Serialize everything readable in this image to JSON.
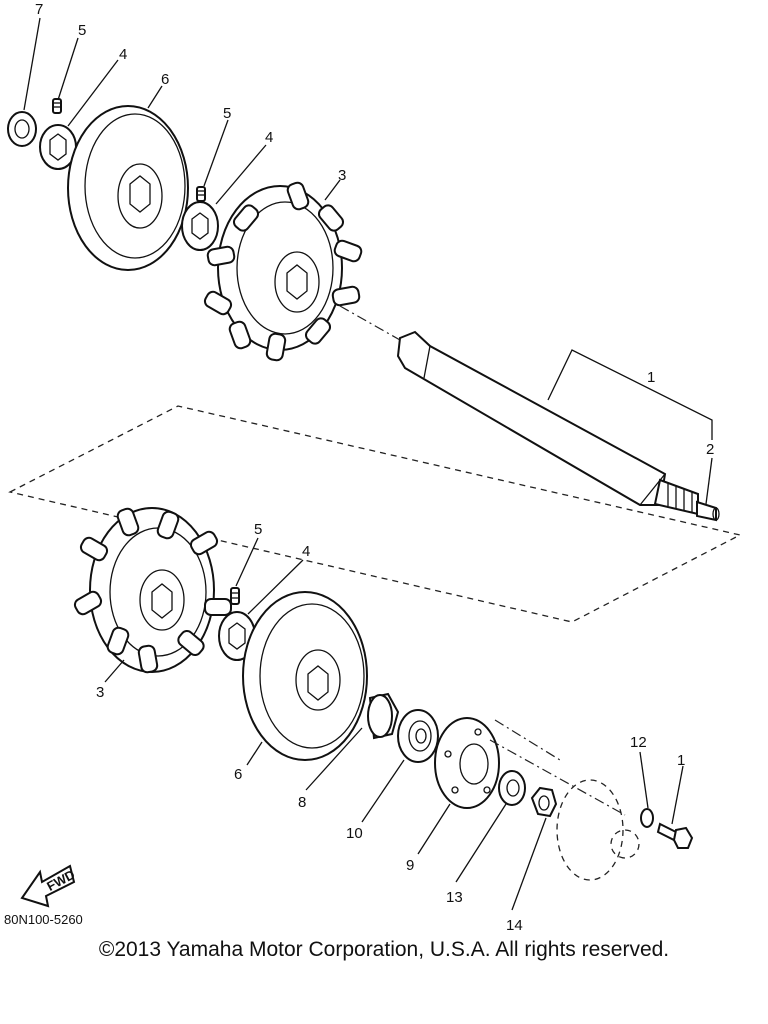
{
  "diagram": {
    "callouts": {
      "c1_shaft": "1",
      "c1_bolt": "1",
      "c2": "2",
      "c3_top": "3",
      "c3_bottom": "3",
      "c4_top_left": "4",
      "c4_top_mid": "4",
      "c4_bottom": "4",
      "c5_top_left": "5",
      "c5_top_mid": "5",
      "c5_bottom": "5",
      "c6_top": "6",
      "c6_bottom": "6",
      "c7": "7",
      "c8": "8",
      "c9": "9",
      "c10": "10",
      "c12": "12",
      "c13": "13",
      "c14": "14"
    },
    "fwd_label": "FWD",
    "part_number": "80N100-5260"
  },
  "footer": {
    "copyright": "©2013 Yamaha Motor Corporation, U.S.A. All rights reserved."
  }
}
